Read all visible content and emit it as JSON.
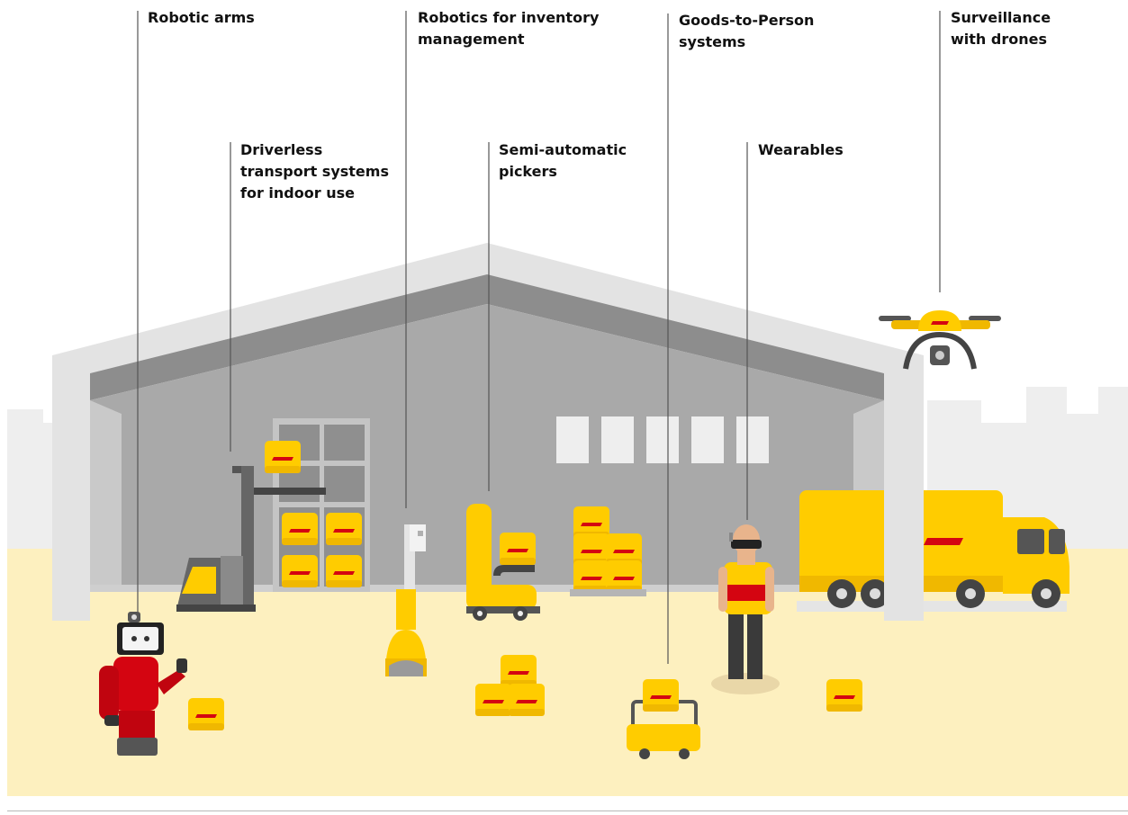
{
  "colors": {
    "floor": "#fdf0bf",
    "warehouse_outer": "#e3e3e3",
    "warehouse_wall": "#a7a7a7",
    "warehouse_roof_dark": "#8d8d8d",
    "dhl_yellow": "#ffcc00",
    "dhl_red": "#d40511",
    "leader_line": "#555555"
  },
  "labels": {
    "robotic_arms": [
      "Robotic arms"
    ],
    "inventory_robotics": [
      "Robotics for inventory",
      "management"
    ],
    "goods_to_person": [
      "Goods-to-Person",
      "systems"
    ],
    "drones": [
      "Surveillance",
      "with drones"
    ],
    "driverless": [
      "Driverless",
      "transport systems",
      "for indoor use"
    ],
    "pickers": [
      "Semi-automatic",
      "pickers"
    ],
    "wearables": [
      "Wearables"
    ]
  },
  "icons": [
    "robotic-arm-icon",
    "driverless-forklift-icon",
    "inventory-robot-icon",
    "semi-automatic-picker-icon",
    "goods-to-person-cart-icon",
    "worker-with-smart-glasses-icon",
    "surveillance-drone-icon",
    "delivery-truck-icon",
    "warehouse-icon",
    "parcel-icon"
  ]
}
